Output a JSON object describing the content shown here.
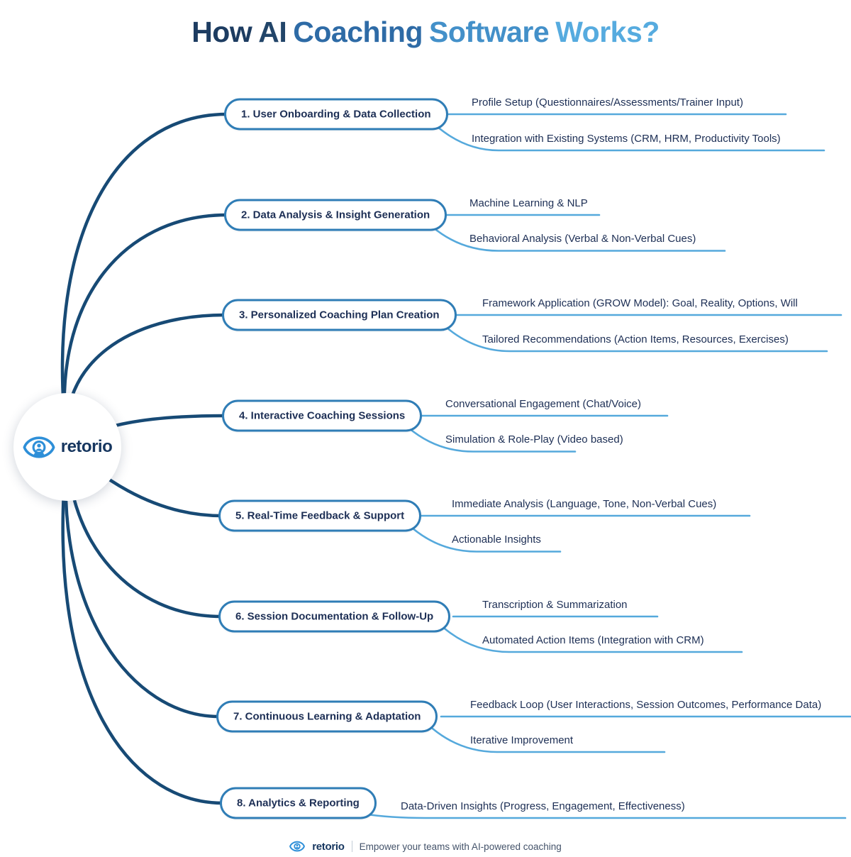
{
  "title": {
    "segments": [
      {
        "text": "How",
        "color": "#1d3c61"
      },
      {
        "text": "AI",
        "color": "#224569"
      },
      {
        "text": "Coaching",
        "color": "#2e6ba6"
      },
      {
        "text": "Software",
        "color": "#4390c9"
      },
      {
        "text": "Works?",
        "color": "#56abdf"
      }
    ]
  },
  "hub": {
    "brand": "retorio"
  },
  "branches": [
    {
      "label": "1. User Onboarding & Data Collection",
      "items": [
        {
          "label": "Profile Setup (Questionnaires/Assessments/Trainer Input)"
        },
        {
          "label": "Integration with Existing Systems (CRM, HRM, Productivity Tools)"
        }
      ]
    },
    {
      "label": "2. Data Analysis & Insight Generation",
      "items": [
        {
          "label": "Machine Learning & NLP"
        },
        {
          "label": "Behavioral Analysis (Verbal & Non-Verbal Cues)"
        }
      ]
    },
    {
      "label": "3. Personalized Coaching Plan Creation",
      "items": [
        {
          "label": "Framework Application (GROW Model): Goal, Reality, Options, Will"
        },
        {
          "label": "Tailored Recommendations (Action Items, Resources, Exercises)"
        }
      ]
    },
    {
      "label": "4. Interactive Coaching Sessions",
      "items": [
        {
          "label": "Conversational Engagement (Chat/Voice)"
        },
        {
          "label": "Simulation & Role-Play (Video based)"
        }
      ]
    },
    {
      "label": "5. Real-Time Feedback & Support",
      "items": [
        {
          "label": "Immediate Analysis (Language, Tone, Non-Verbal Cues)"
        },
        {
          "label": "Actionable Insights"
        }
      ]
    },
    {
      "label": "6. Session Documentation & Follow-Up",
      "items": [
        {
          "label": "Transcription & Summarization"
        },
        {
          "label": "Automated Action Items (Integration with CRM)"
        }
      ]
    },
    {
      "label": "7. Continuous Learning & Adaptation",
      "items": [
        {
          "label": "Feedback Loop (User Interactions, Session Outcomes, Performance Data)"
        },
        {
          "label": "Iterative Improvement"
        }
      ]
    },
    {
      "label": "8. Analytics & Reporting",
      "items": [
        {
          "label": "Data-Driven Insights (Progress, Engagement, Effectiveness)"
        }
      ]
    }
  ],
  "footer": {
    "brand": "retorio",
    "tagline": "Empower your teams with AI-powered coaching"
  },
  "colors": {
    "branch_curve": "#174a75",
    "pill_border": "#2f7db6",
    "pill_text": "#1d2f55",
    "leaf_line": "#55a9dc",
    "leaf_text": "#1d2f55",
    "brand_blue": "#2e8fd8",
    "brand_navy": "#16365f",
    "tagline_text": "#44536a"
  }
}
